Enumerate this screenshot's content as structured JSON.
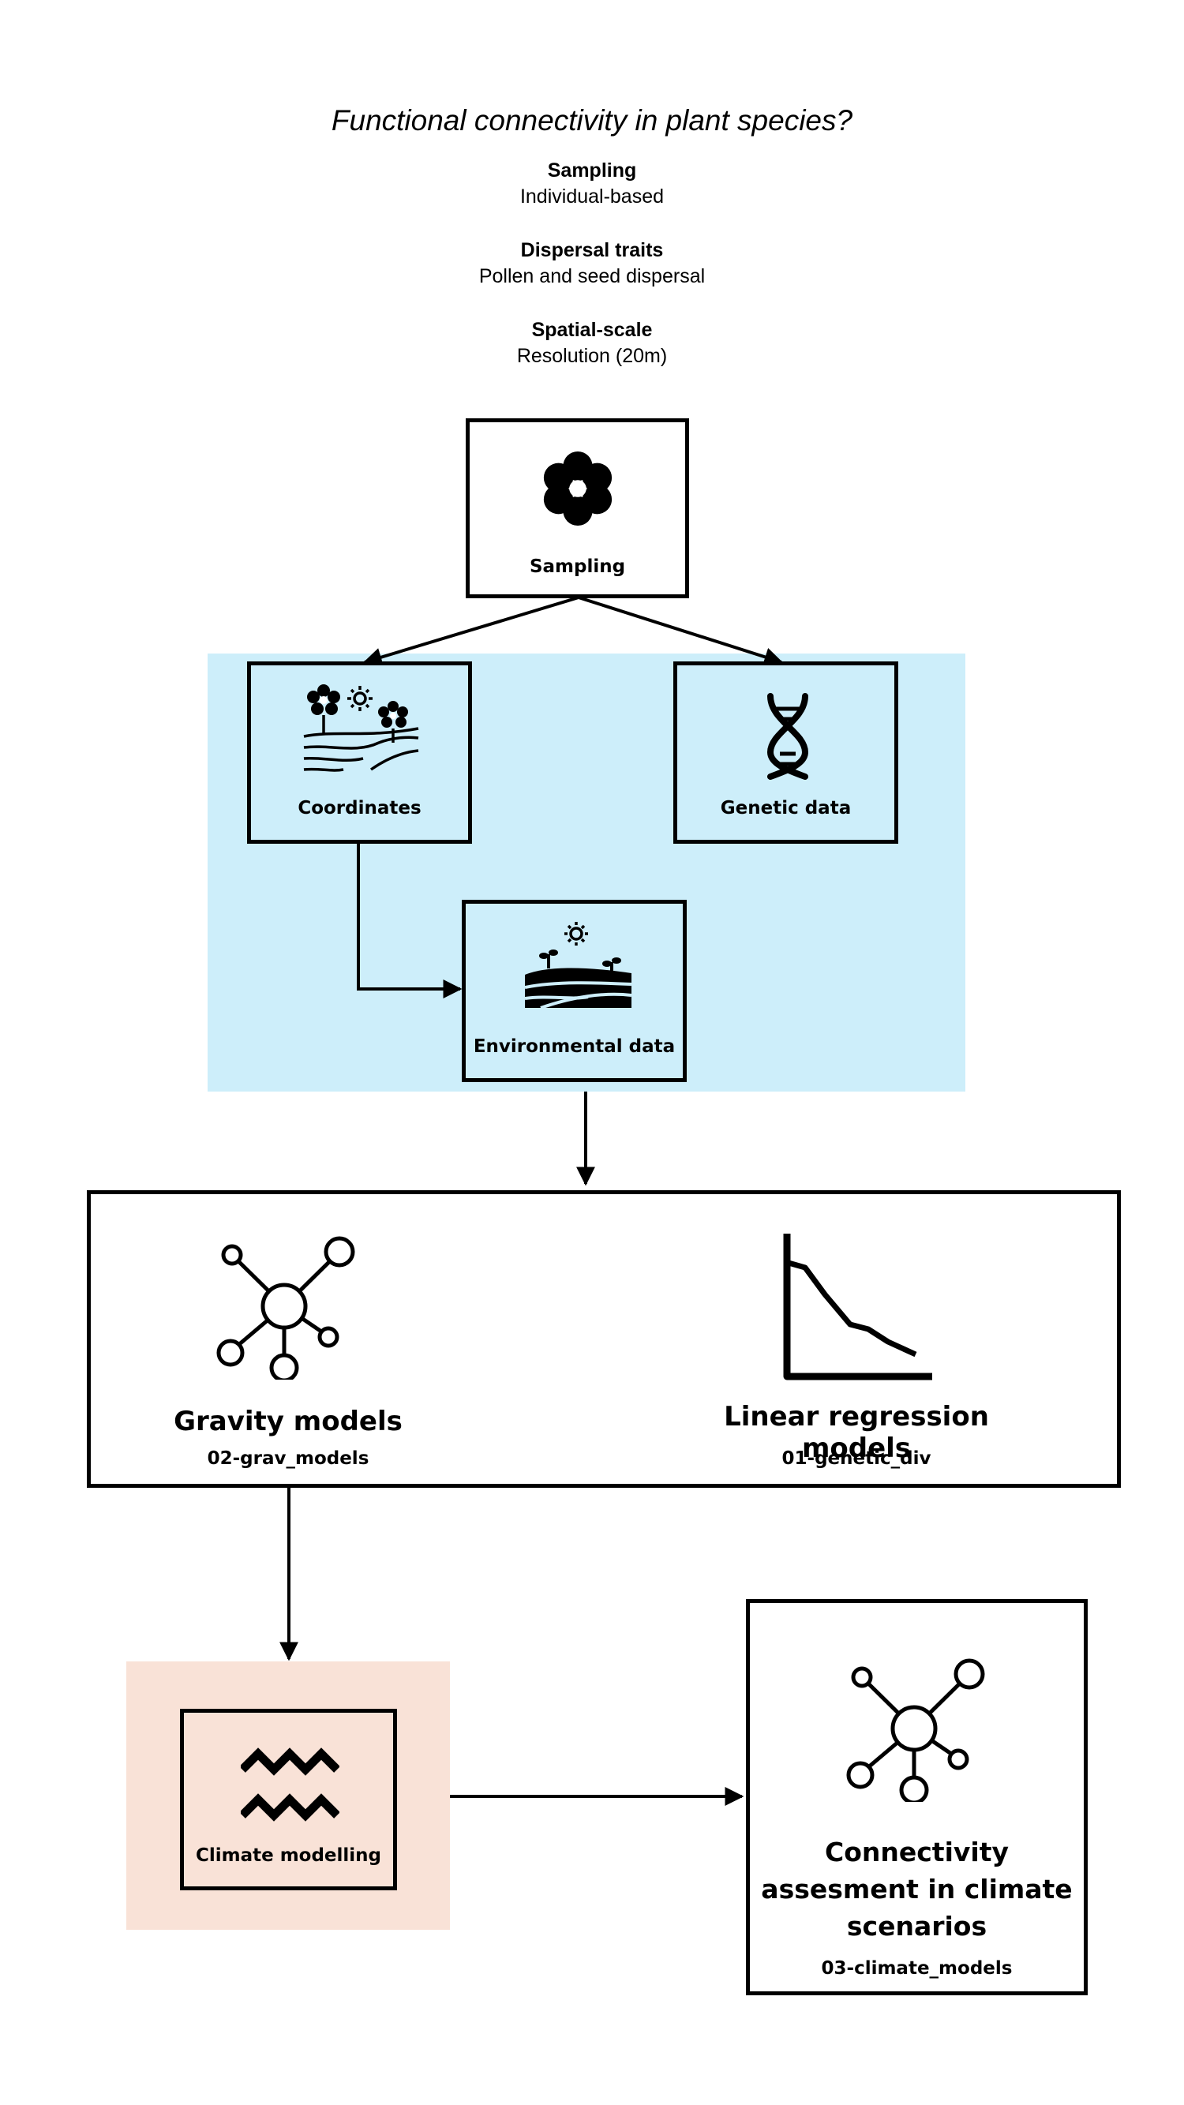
{
  "header": {
    "question": "Functional connectivity in plant species?",
    "sections": [
      {
        "heading": "Sampling",
        "value": "Individual-based"
      },
      {
        "heading": "Dispersal traits",
        "value": "Pollen and seed dispersal"
      },
      {
        "heading": "Spatial-scale",
        "value": "Resolution (20m)"
      }
    ]
  },
  "nodes": {
    "sampling": {
      "label": "Sampling",
      "icon": "flower-icon"
    },
    "coordinates": {
      "label": "Coordinates",
      "icon": "landscape-flowers-icon"
    },
    "genetic": {
      "label": "Genetic data",
      "icon": "dna-icon"
    },
    "environmental": {
      "label": "Environmental data",
      "icon": "field-sun-icon"
    },
    "gravity": {
      "label": "Gravity models",
      "code": "02-grav_models",
      "icon": "network-icon"
    },
    "regression": {
      "label": "Linear regression models",
      "code": "01-genetic_div",
      "icon": "line-chart-icon"
    },
    "climate_modelling": {
      "label": "Climate modelling",
      "icon": "zigzag-waves-icon"
    },
    "connectivity": {
      "label_lines": [
        "Connectivity",
        "assesment in climate",
        "scenarios"
      ],
      "code": "03-climate_models",
      "icon": "network-icon"
    }
  },
  "colors": {
    "data_region": "#cdeefa",
    "climate_region": "#f9e2d7",
    "stroke": "#000000"
  }
}
